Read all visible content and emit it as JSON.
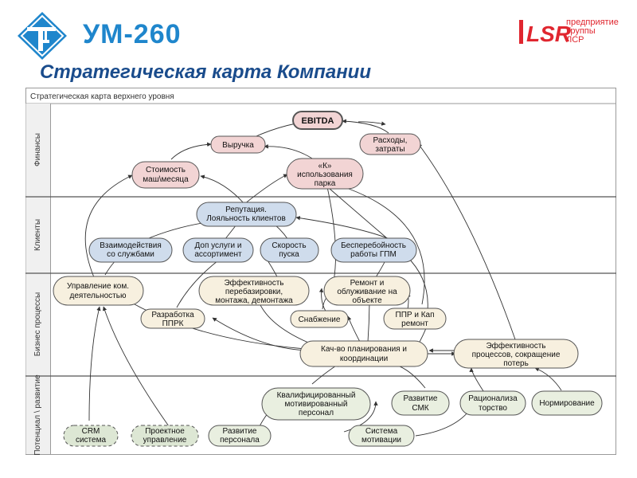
{
  "header": {
    "brand": "УМ-260",
    "lsr_logo": "LSR",
    "lsr_caption": [
      "предприятие",
      "Группы",
      "ЛСР"
    ],
    "title": "Стратегическая карта Компании"
  },
  "diagram": {
    "caption": "Стратегическая карта верхнего уровня",
    "lanes": [
      "Финансы",
      "Клиенты",
      "Бизнес процессы",
      "Потенциал \\ развитие"
    ],
    "nodes": {
      "ebitda": [
        "EBITDA"
      ],
      "vyruchka": [
        "Выручка"
      ],
      "rashody": [
        "Расходы,",
        "затраты"
      ],
      "stoimost": [
        "Стоимость",
        "маш\\месяца"
      ],
      "k_park": [
        "«К»",
        "использования",
        "парка"
      ],
      "reputacia": [
        "Репутация.",
        "Лояльность клиентов"
      ],
      "vzaimod": [
        "Взаимодействия",
        "со службами"
      ],
      "dop_uslugi": [
        "Доп услуги и",
        "ассортимент"
      ],
      "skorost": [
        "Скорость",
        "пуска"
      ],
      "bespereb": [
        "Бесперебойность",
        "работы ГПМ"
      ],
      "upravlenie_kom": [
        "Управление ком.",
        "деятельностью"
      ],
      "effekt_pereb": [
        "Эффективность",
        "перебазировки,",
        "монтажа, демонтажа"
      ],
      "remont": [
        "Ремонт и",
        "облуживание на",
        "объекте"
      ],
      "razrabotka": [
        "Разработка",
        "ППРК"
      ],
      "snabzhenie": [
        "Снабжение"
      ],
      "ppr": [
        "ППР и Кап",
        "ремонт"
      ],
      "kachvo": [
        "Кач-во планирования и",
        "координации"
      ],
      "effekt_proc": [
        "Эффективность",
        "процессов, сокращение",
        "потерь"
      ],
      "kvalif": [
        "Квалифицированный",
        "мотивированный",
        "персонал"
      ],
      "razvitie_smk": [
        "Развитие",
        "СМК"
      ],
      "racional": [
        "Рационализа",
        "торство"
      ],
      "normirovanie": [
        "Нормирование"
      ],
      "crm": [
        "CRM",
        "система"
      ],
      "proektnoe": [
        "Проектное",
        "управление"
      ],
      "razvitie_pers": [
        "Развитие",
        "персонала"
      ],
      "sistema_motiv": [
        "Система",
        "мотивации"
      ]
    },
    "colors": {
      "finance_fill": "#f2d4d4",
      "client_fill": "#cfdcec",
      "process_fill": "#f7f0df",
      "potential_fill": "#e9efe0",
      "stroke": "#555555",
      "edge": "#333333"
    }
  }
}
